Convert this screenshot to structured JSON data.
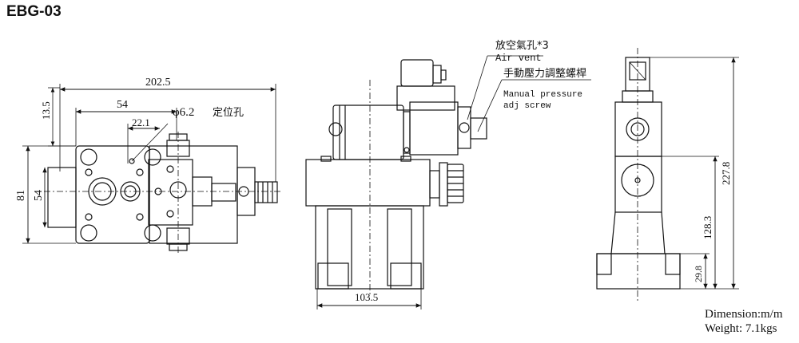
{
  "title": "EBG-03",
  "dimensions": {
    "width_total": "202.5",
    "width_54": "54",
    "width_22": "22.1",
    "hole": "φ6.2",
    "hole_label": "定位孔",
    "height_13": "13.5",
    "height_81": "81",
    "height_54": "54",
    "base_width": "103.5",
    "height_227": "227.8",
    "height_128": "128.3",
    "height_29": "29.8"
  },
  "callouts": {
    "air_vent_cn": "放空氣孔*3",
    "air_vent_en": "Air vent",
    "adj_cn": "手動壓力調整螺桿",
    "adj_en1": "Manual pressure",
    "adj_en2": "adj screw"
  },
  "footer": {
    "dimension_unit": "Dimension:m/m",
    "weight": "Weight: 7.1kgs"
  }
}
